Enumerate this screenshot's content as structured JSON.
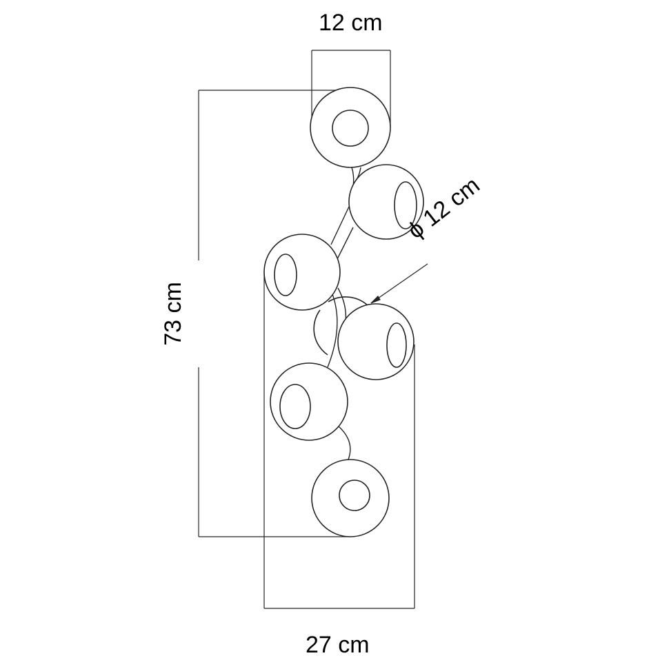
{
  "dimensions": {
    "top_width": "12 cm",
    "height": "73 cm",
    "bottom_width": "27 cm",
    "globe_diameter": "ϕ 12 cm"
  },
  "colors": {
    "line": "#222222",
    "background": "#ffffff"
  }
}
